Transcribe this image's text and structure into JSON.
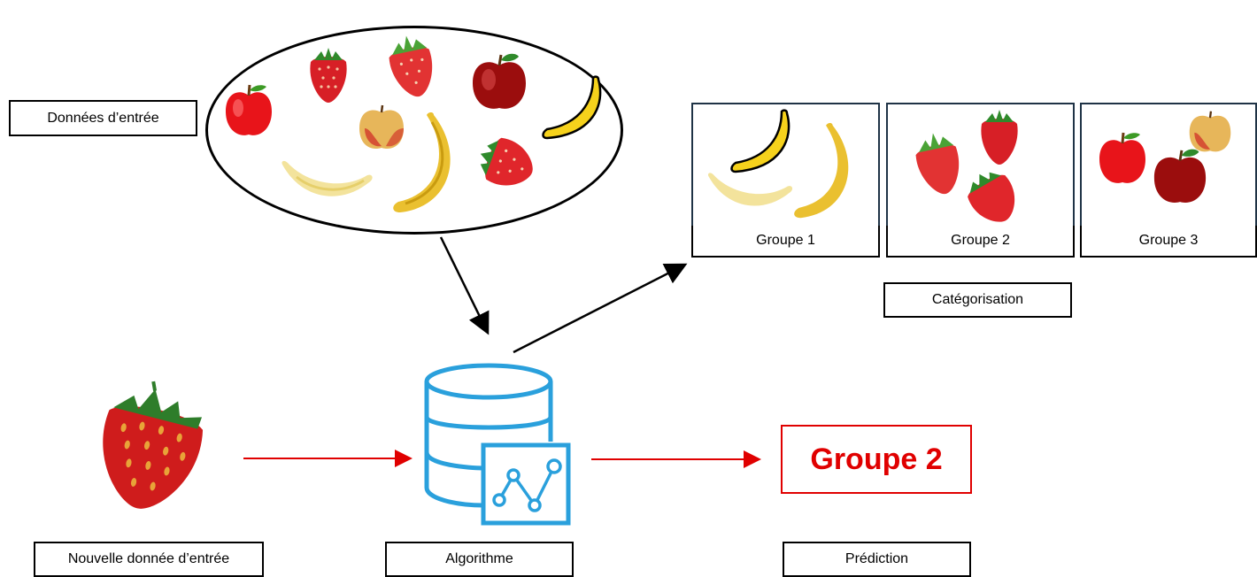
{
  "input_label": "Données d’entrée",
  "groups": [
    {
      "label": "Groupe 1"
    },
    {
      "label": "Groupe 2"
    },
    {
      "label": "Groupe 3"
    }
  ],
  "categorisation_label": "Catégorisation",
  "new_input_label": "Nouvelle donnée d’entrée",
  "algorithm_label": "Algorithme",
  "prediction_label": "Prédiction",
  "prediction_value": "Groupe 2",
  "colors": {
    "accent_red": "#e00000",
    "icon_blue": "#2aa0dc",
    "group_border": "#1f3346"
  }
}
